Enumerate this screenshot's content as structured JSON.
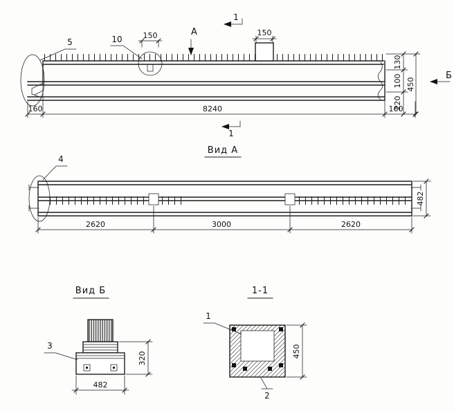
{
  "drawing": {
    "elevation": {
      "callout_5": "5",
      "callout_10": "10",
      "dim_150_left": "150",
      "dim_150_right": "150",
      "view_arrow_a": "А",
      "view_arrow_b": "Б",
      "section_mark_top": "1",
      "section_mark_bottom": "1",
      "dim_160_left": "160",
      "dim_total": "8240",
      "dim_160_right": "160",
      "dim_130": "130",
      "dim_100": "100",
      "dim_220": "220",
      "dim_450": "450"
    },
    "view_a": {
      "title": "Вид А",
      "callout_4": "4",
      "dim_left": "2620",
      "dim_mid": "3000",
      "dim_right": "2620",
      "dim_width": "482"
    },
    "view_b": {
      "title": "Вид Б",
      "callout_3": "3",
      "dim_width": "482",
      "dim_height": "320"
    },
    "section_1": {
      "title": "1-1",
      "callout_1": "1",
      "callout_2": "2",
      "dim_height": "450"
    }
  }
}
